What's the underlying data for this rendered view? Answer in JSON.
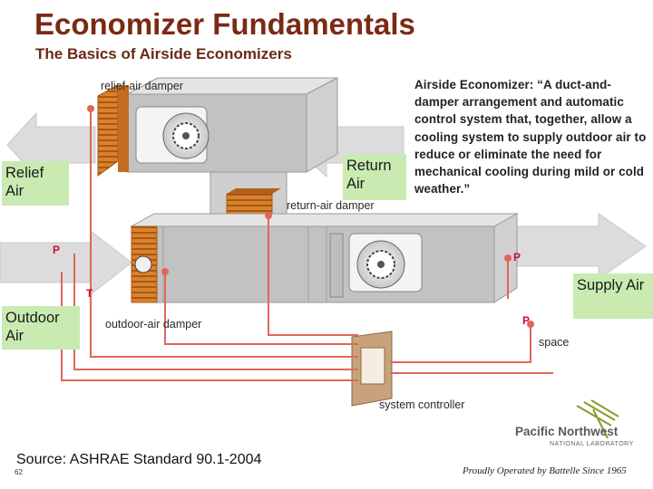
{
  "slide": {
    "title": "Economizer Fundamentals",
    "subtitle": "The Basics of Airside Economizers",
    "slide_number": "62"
  },
  "diagram": {
    "labels": {
      "relief_air_damper": "relief-air damper",
      "return_air_damper": "return-air damper",
      "outdoor_air_damper": "outdoor-air damper",
      "system_controller": "system controller",
      "space": "space"
    },
    "sensor_letters": {
      "p": "P",
      "t": "T"
    },
    "air_labels": {
      "relief": "Relief Air",
      "return": "Return Air",
      "outdoor": "Outdoor Air",
      "supply": "Supply Air"
    }
  },
  "definition": "Airside Economizer: “A duct-and-damper arrangement and automatic control system that, together, allow a cooling system to supply outdoor air to reduce or eliminate the need for mechanical cooling during mild or cold weather.”",
  "source": "Source: ASHRAE Standard 90.1-2004",
  "logo": {
    "name": "Pacific Northwest",
    "subname": "NATIONAL LABORATORY",
    "tagline": "Proudly Operated by Battelle Since 1965"
  },
  "colors": {
    "title": "#7a2a14",
    "duct_top": "#d8d8d8",
    "duct_front": "#b3b3b3",
    "damper": "#d9822b",
    "control_wire": "#e0665a",
    "air_label_bg": "#c9ebb2"
  }
}
